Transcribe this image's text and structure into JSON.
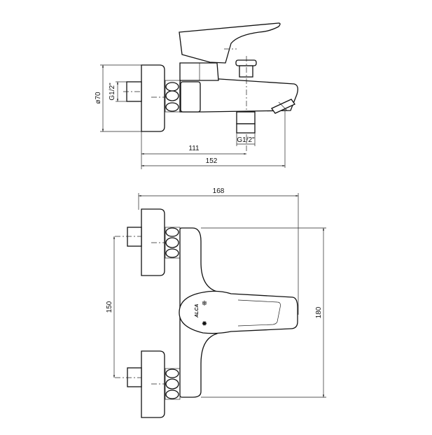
{
  "drawing": {
    "side_view": {
      "diameter_label": "ø70",
      "wall_thread_label": "G1/2\"",
      "outlet_thread_label": "G1/2\"",
      "dim_outlet_label": "111",
      "dim_total_label": "152"
    },
    "front_view": {
      "dim_width_label": "168",
      "dim_centers_label": "150",
      "dim_height_label": "180",
      "logo_text": "ALCA"
    },
    "colors": {
      "line": "#111111",
      "background": "#ffffff"
    }
  }
}
